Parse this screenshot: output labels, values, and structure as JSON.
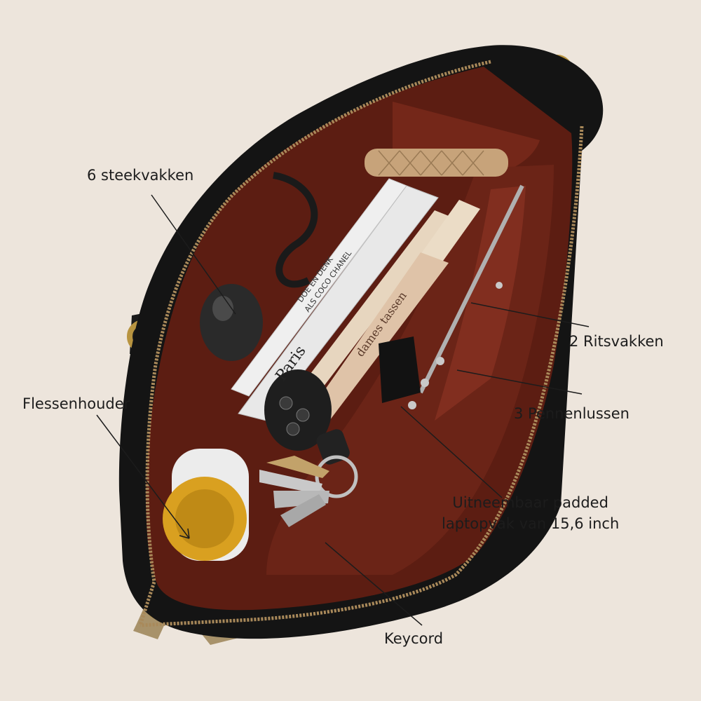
{
  "image": {
    "subject": "bag-interior-photo",
    "background_color": "#ede5dc",
    "colors": {
      "leather": "#141414",
      "lining": "#5c1d12",
      "lining_highlight": "#8a3324",
      "zipper": "#a9895a",
      "strap": "#a8926a",
      "hardware": "#b89440"
    }
  },
  "labels": {
    "steekvakken": "6 steekvakken",
    "ritsvakken": "2 Ritsvakken",
    "flessenhouder": "Flessenhouder",
    "pennenlussen": "3 Pennenlussen",
    "laptopvak_line1": "Uitneembaar padded",
    "laptopvak_line2": "laptopvak van 15,6 inch",
    "keycord": "Keycord"
  },
  "books": {
    "coco_chanel_line1": "DOE EN DENK",
    "coco_chanel_line2": "ALS COCO CHANEL",
    "paris": "Paris",
    "dames": "dames tassen"
  }
}
